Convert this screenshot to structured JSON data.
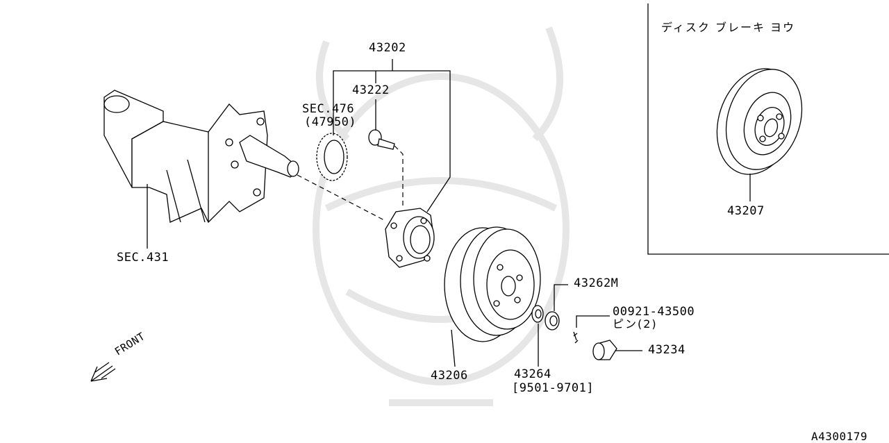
{
  "labels": {
    "p43202": "43202",
    "p43222": "43222",
    "sec476": "SEC.476",
    "p47950": "(47950)",
    "sec431": "SEC.431",
    "p43262m": "43262M",
    "p00921": "00921-43500",
    "pin": "ピン(2)",
    "p43234": "43234",
    "p43206": "43206",
    "p43264": "43264",
    "range": "[9501-9701]",
    "inset_title": "ディスク ブレーキ  ヨウ",
    "p43207": "43207",
    "front": "FRONT",
    "diagram_id": "A4300179"
  },
  "icons": {
    "front_arrow": "front-arrow-icon",
    "watermark": "samurai-helmet-watermark"
  },
  "colors": {
    "line": "#000000",
    "background": "#ffffff",
    "watermark": "#e6e6e6"
  }
}
